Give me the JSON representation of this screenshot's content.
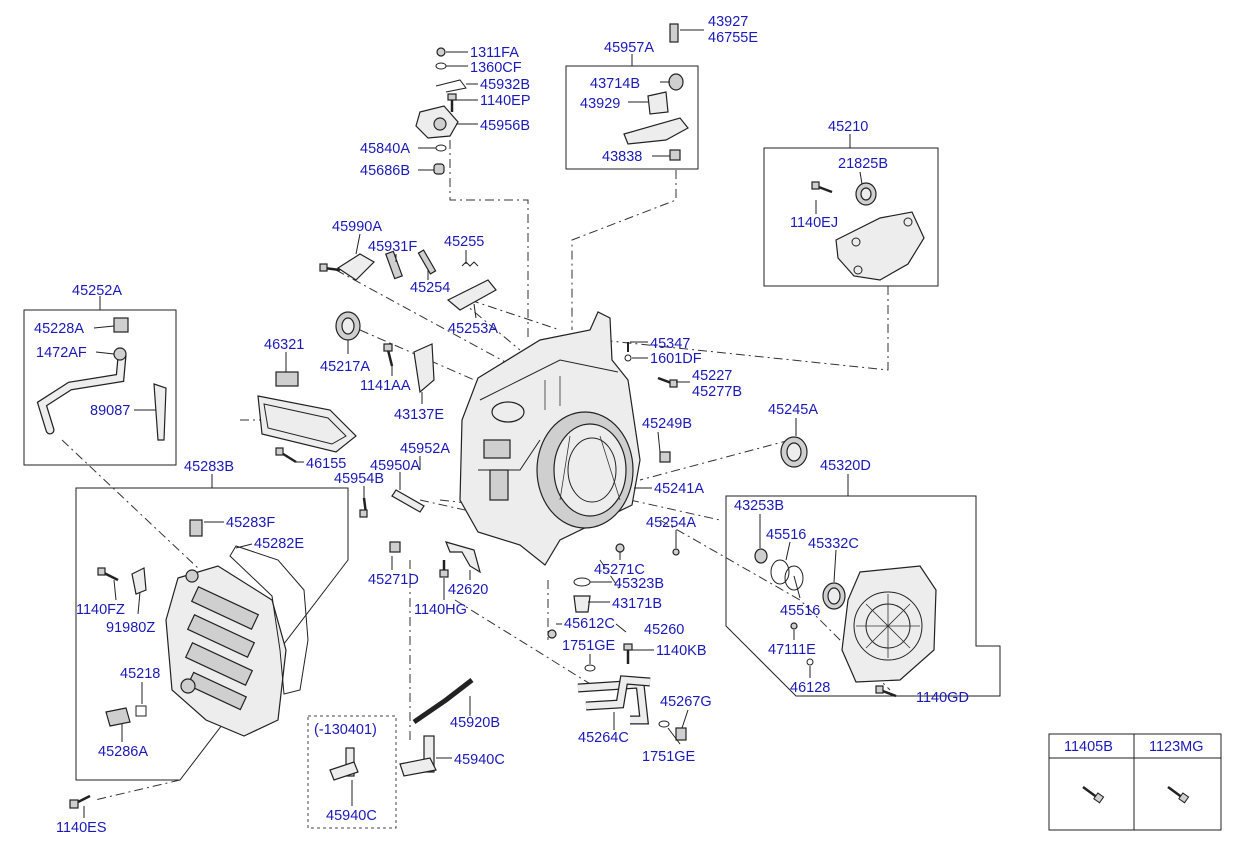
{
  "labels": {
    "l1311FA": "1311FA",
    "l1360CF": "1360CF",
    "l45932B": "45932B",
    "l1140EP": "1140EP",
    "l45956B": "45956B",
    "l45840A": "45840A",
    "l45686B": "45686B",
    "l43927": "43927",
    "l46755E": "46755E",
    "l45957A": "45957A",
    "l43714B": "43714B",
    "l43929": "43929",
    "l43838": "43838",
    "l45210": "45210",
    "l21825B": "21825B",
    "l1140EJ": "1140EJ",
    "l45990A": "45990A",
    "l45931F": "45931F",
    "l45255": "45255",
    "l45254": "45254",
    "l45253A": "45253A",
    "l45252A": "45252A",
    "l45228A": "45228A",
    "l1472AF": "1472AF",
    "l89087": "89087",
    "l46321": "46321",
    "l45217A": "45217A",
    "l1141AA": "1141AA",
    "l43137E": "43137E",
    "l45347": "45347",
    "l1601DF": "1601DF",
    "l45227": "45227",
    "l45277B": "45277B",
    "l45245A": "45245A",
    "l45249B": "45249B",
    "l46155": "46155",
    "l45952A": "45952A",
    "l45950A": "45950A",
    "l45954B": "45954B",
    "l45241A": "45241A",
    "l45320D": "45320D",
    "l45283B": "45283B",
    "l45283F": "45283F",
    "l45282E": "45282E",
    "l43253B": "43253B",
    "l45516a": "45516",
    "l45332C": "45332C",
    "l45254A": "45254A",
    "l45271D": "45271D",
    "l42620": "42620",
    "l45271C": "45271C",
    "l45323B": "45323B",
    "l1140HG": "1140HG",
    "l43171B": "43171B",
    "l1140FZ": "1140FZ",
    "l91980Z": "91980Z",
    "l45516b": "45516",
    "l45612C": "45612C",
    "l45260": "45260",
    "l47111E": "47111E",
    "l1751GEa": "1751GE",
    "l1140KB": "1140KB",
    "l45218": "45218",
    "l46128": "46128",
    "l45267G": "45267G",
    "l1140GD": "1140GD",
    "l45920B": "45920B",
    "l130401": "(-130401)",
    "l45940Ca": "45940C",
    "l45264C": "45264C",
    "l1751GEb": "1751GE",
    "l45286A": "45286A",
    "l45940Cb": "45940C",
    "l1140ES": "1140ES"
  },
  "legend_table": {
    "headers": [
      "11405B",
      "1123MG"
    ],
    "icons": [
      "bolt-icon",
      "bolt-icon"
    ]
  }
}
